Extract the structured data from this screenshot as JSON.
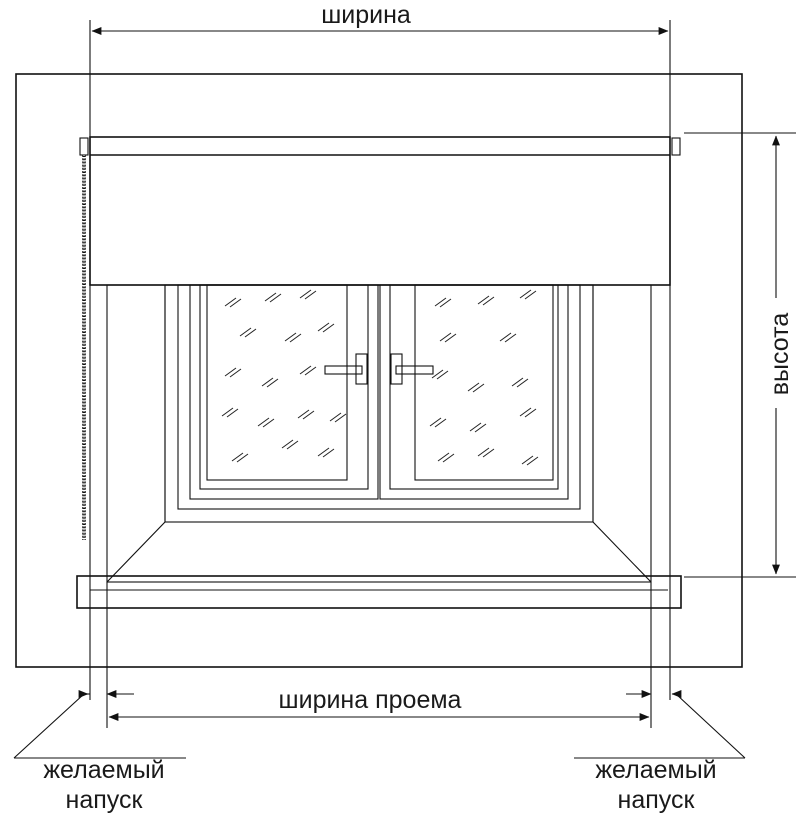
{
  "labels": {
    "width_top": "ширина",
    "height_right": "высота",
    "opening_width": "ширина проема",
    "overlap_left_line1": "желаемый",
    "overlap_left_line2": "напуск",
    "overlap_right_line1": "желаемый",
    "overlap_right_line2": "напуск"
  },
  "colors": {
    "wall": "#f6ead6",
    "blind": "#a9d5b2",
    "glass": "#d8f0f3",
    "frame": "#ffffff",
    "reveal": "#f7f6f4",
    "line": "#111111"
  }
}
